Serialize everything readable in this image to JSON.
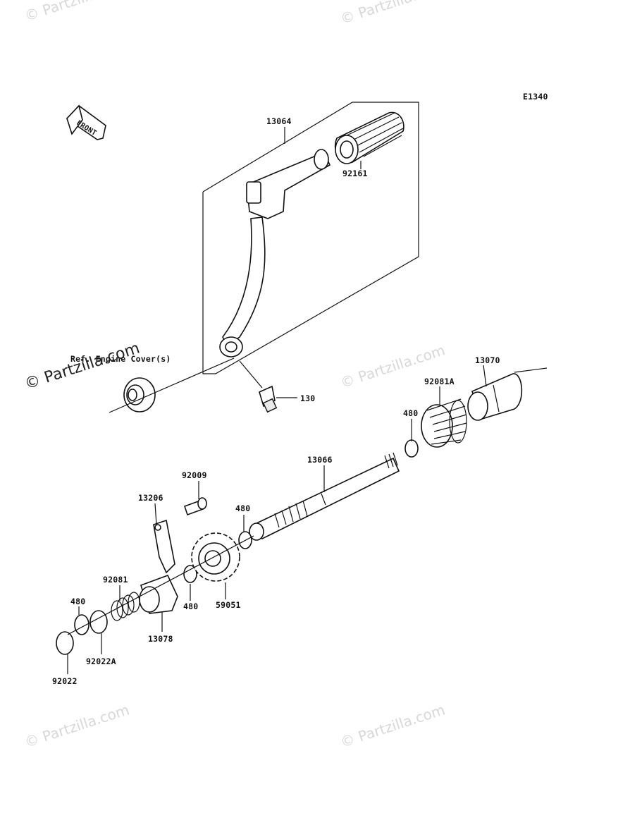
{
  "diagram": {
    "code": "E1340",
    "front_label": "FRONT",
    "reference_note": "Ref. Engine Cover(s)",
    "parts": [
      {
        "id": "13064",
        "label": "13064"
      },
      {
        "id": "92161",
        "label": "92161"
      },
      {
        "id": "130",
        "label": "130"
      },
      {
        "id": "13070",
        "label": "13070"
      },
      {
        "id": "92081A",
        "label": "92081A"
      },
      {
        "id": "480_a",
        "label": "480"
      },
      {
        "id": "13066",
        "label": "13066"
      },
      {
        "id": "92009",
        "label": "92009"
      },
      {
        "id": "13206",
        "label": "13206"
      },
      {
        "id": "480_b",
        "label": "480"
      },
      {
        "id": "92081",
        "label": "92081"
      },
      {
        "id": "480_c",
        "label": "480"
      },
      {
        "id": "59051",
        "label": "59051"
      },
      {
        "id": "480_d",
        "label": "480"
      },
      {
        "id": "13078",
        "label": "13078"
      },
      {
        "id": "92022A",
        "label": "92022A"
      },
      {
        "id": "92022",
        "label": "92022"
      }
    ],
    "watermarks": {
      "main": "© Partzilla.com",
      "faint": "© Partzilla.com"
    }
  }
}
